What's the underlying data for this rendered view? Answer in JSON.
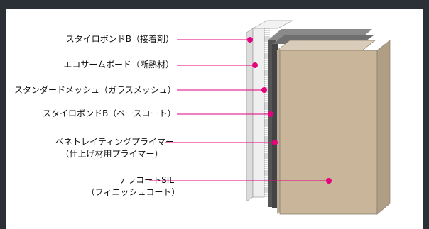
{
  "colors": {
    "background": "#2b2f36",
    "panel": "#ffffff",
    "leader_line": "#e6007e",
    "dot": "#e6007e",
    "finish_board": "#c8b59a",
    "base_board": "#eeeeee",
    "dark_board": "#555555",
    "mid_board": "#777777"
  },
  "labels": [
    {
      "id": "adhesive",
      "text": "スタイロボンドB（接着剤）"
    },
    {
      "id": "insulation",
      "text": "エコサームボード（断熱材）"
    },
    {
      "id": "mesh",
      "text": "スタンダードメッシュ（ガラスメッシュ）"
    },
    {
      "id": "basecoat",
      "text": "スタイロボンドB（ベースコート）"
    },
    {
      "id": "primer_line1",
      "text": "ペネトレイティングプライマー"
    },
    {
      "id": "primer_line2",
      "text": "（仕上げ材用プライマー）"
    },
    {
      "id": "finish_line1",
      "text": "テラコートSIL"
    },
    {
      "id": "finish_line2",
      "text": "（フィニッシュコート）"
    }
  ]
}
